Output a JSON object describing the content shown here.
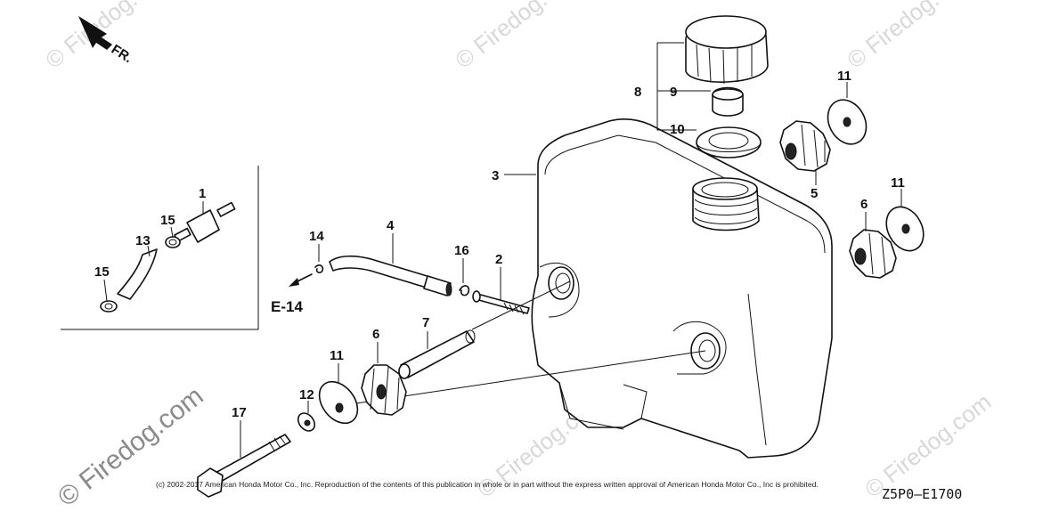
{
  "diagram": {
    "direction_label": "FR.",
    "reference": "E-14",
    "part_code": "Z5P0—E1700",
    "copyright": "(c) 2002-2017 American Honda Motor Co., Inc. Reproduction of the contents of this publication in whole or in part without the express written approval of American Honda Motor Co., Inc is prohibited.",
    "watermark": "Firedog.com",
    "watermark_full": "© Firedog.com",
    "callouts": {
      "c1": "1",
      "c2": "2",
      "c3": "3",
      "c4": "4",
      "c5": "5",
      "c6a": "6",
      "c6b": "6",
      "c7": "7",
      "c8": "8",
      "c9": "9",
      "c10": "10",
      "c11a": "11",
      "c11b": "11",
      "c11c": "11",
      "c12": "12",
      "c13": "13",
      "c14": "14",
      "c15a": "15",
      "c15b": "15",
      "c16": "16",
      "c17": "17"
    }
  }
}
